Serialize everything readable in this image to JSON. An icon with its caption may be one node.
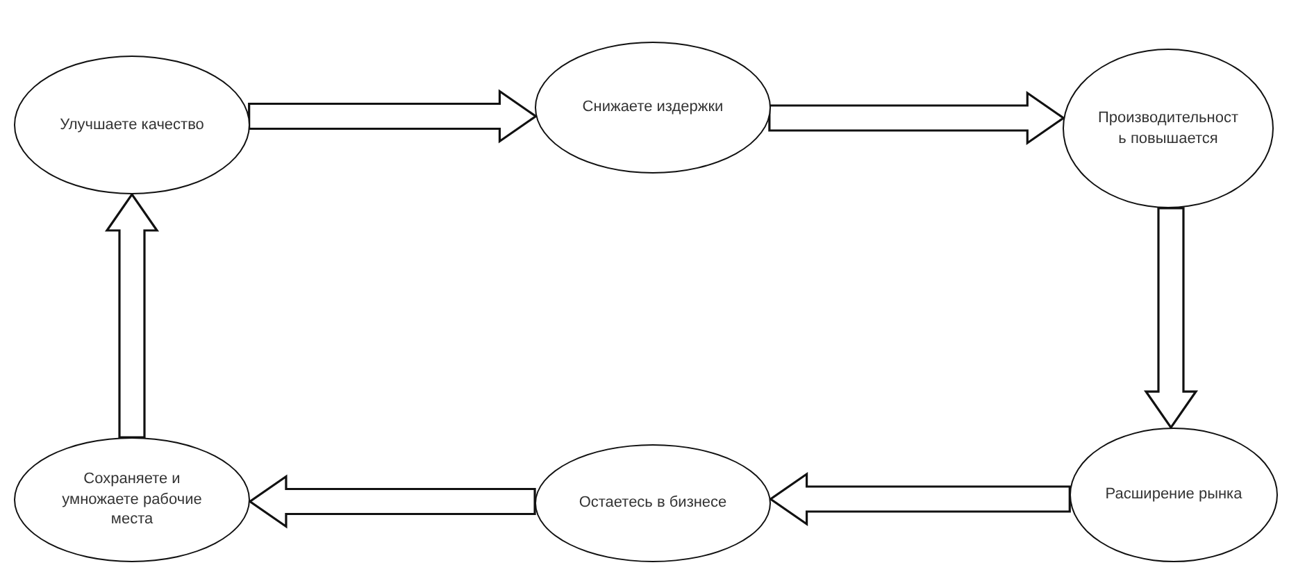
{
  "diagram": {
    "nodes": [
      {
        "text": [
          "Улучшаете качество"
        ]
      },
      {
        "text": [
          "Снижаете издержки"
        ]
      },
      {
        "text": [
          "Производительность повышается"
        ]
      },
      {
        "text": [
          "Расширение рынка"
        ]
      },
      {
        "text": [
          "Остаетесь в бизнесе"
        ]
      },
      {
        "text": [
          "Сохраняете и умножаете рабочие места"
        ]
      }
    ],
    "edges": [
      {
        "from": 0,
        "to": 1,
        "arrow": "to"
      },
      {
        "from": 1,
        "to": 2,
        "arrow": "to"
      },
      {
        "from": 2,
        "to": 3,
        "arrow": "to"
      },
      {
        "from": 3,
        "to": 4,
        "arrow": "to"
      },
      {
        "from": 4,
        "to": 5,
        "arrow": "to"
      },
      {
        "from": 5,
        "to": 0,
        "arrow": "to"
      }
    ]
  }
}
